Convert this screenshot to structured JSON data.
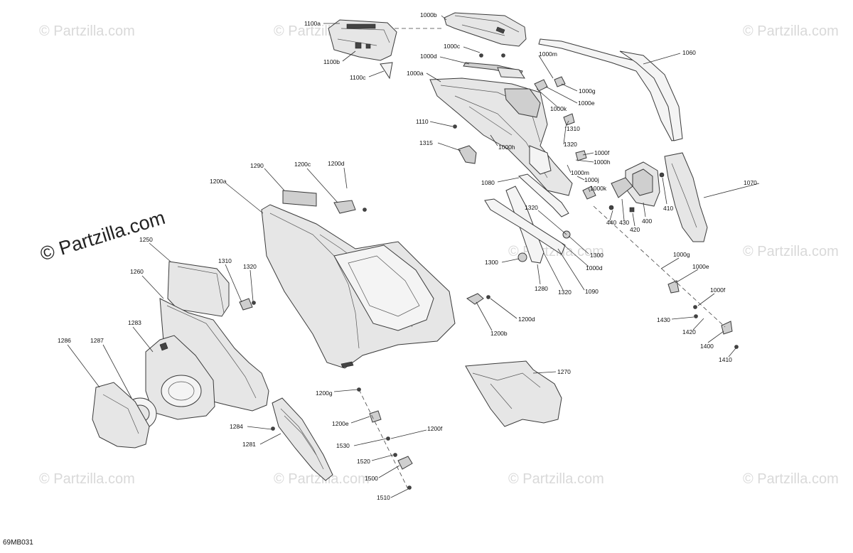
{
  "diagram_code": "69MB031",
  "watermark": {
    "brand_large": "© Partzilla.com",
    "brand_small": "© Partzilla.com"
  },
  "callouts": {
    "c1000b": "1000b",
    "c1100a": "1100a",
    "c1000c": "1000c",
    "c1000d": "1000d",
    "c1100b": "1100b",
    "c1100c": "1100c",
    "c1000a": "1000a",
    "c1000m_top": "1000m",
    "c1060": "1060",
    "c1000g_top": "1000g",
    "c1000e_top": "1000e",
    "c1000k_top": "1000k",
    "c1110": "1110",
    "c1310_top": "1310",
    "c1000h_top": "1000h",
    "c1315": "1315",
    "c1320_top": "1320",
    "c1000f_top": "1000f",
    "c1000h_mid": "1000h",
    "c1000m_mid": "1000m",
    "c1000j": "1000j",
    "c1000k_mid": "1000k",
    "c1290": "1290",
    "c1200c": "1200c",
    "c1200d_top": "1200d",
    "c1200a": "1200a",
    "c1080": "1080",
    "c1070": "1070",
    "c410": "410",
    "c400": "400",
    "c440": "440",
    "c430": "430",
    "c420": "420",
    "c1320_mid": "1320",
    "c1300_right": "1300",
    "c1000d_mid": "1000d",
    "c1300_left": "1300",
    "c1280": "1280",
    "c1320_low": "1320",
    "c1090": "1090",
    "c1250": "1250",
    "c1310_left": "1310",
    "c1320_left": "1320",
    "c1260": "1260",
    "c1000g_low": "1000g",
    "c1000e_low": "1000e",
    "c1000f_low": "1000f",
    "c1430": "1430",
    "c1420": "1420",
    "c1400": "1400",
    "c1410": "1410",
    "c1200d_low": "1200d",
    "c1200b": "1200b",
    "c1283": "1283",
    "c1286": "1286",
    "c1287": "1287",
    "c1270": "1270",
    "c1200g": "1200g",
    "c1200e": "1200e",
    "c1200f": "1200f",
    "c1284": "1284",
    "c1281": "1281",
    "c1530": "1530",
    "c1520": "1520",
    "c1500": "1500",
    "c1510": "1510"
  }
}
